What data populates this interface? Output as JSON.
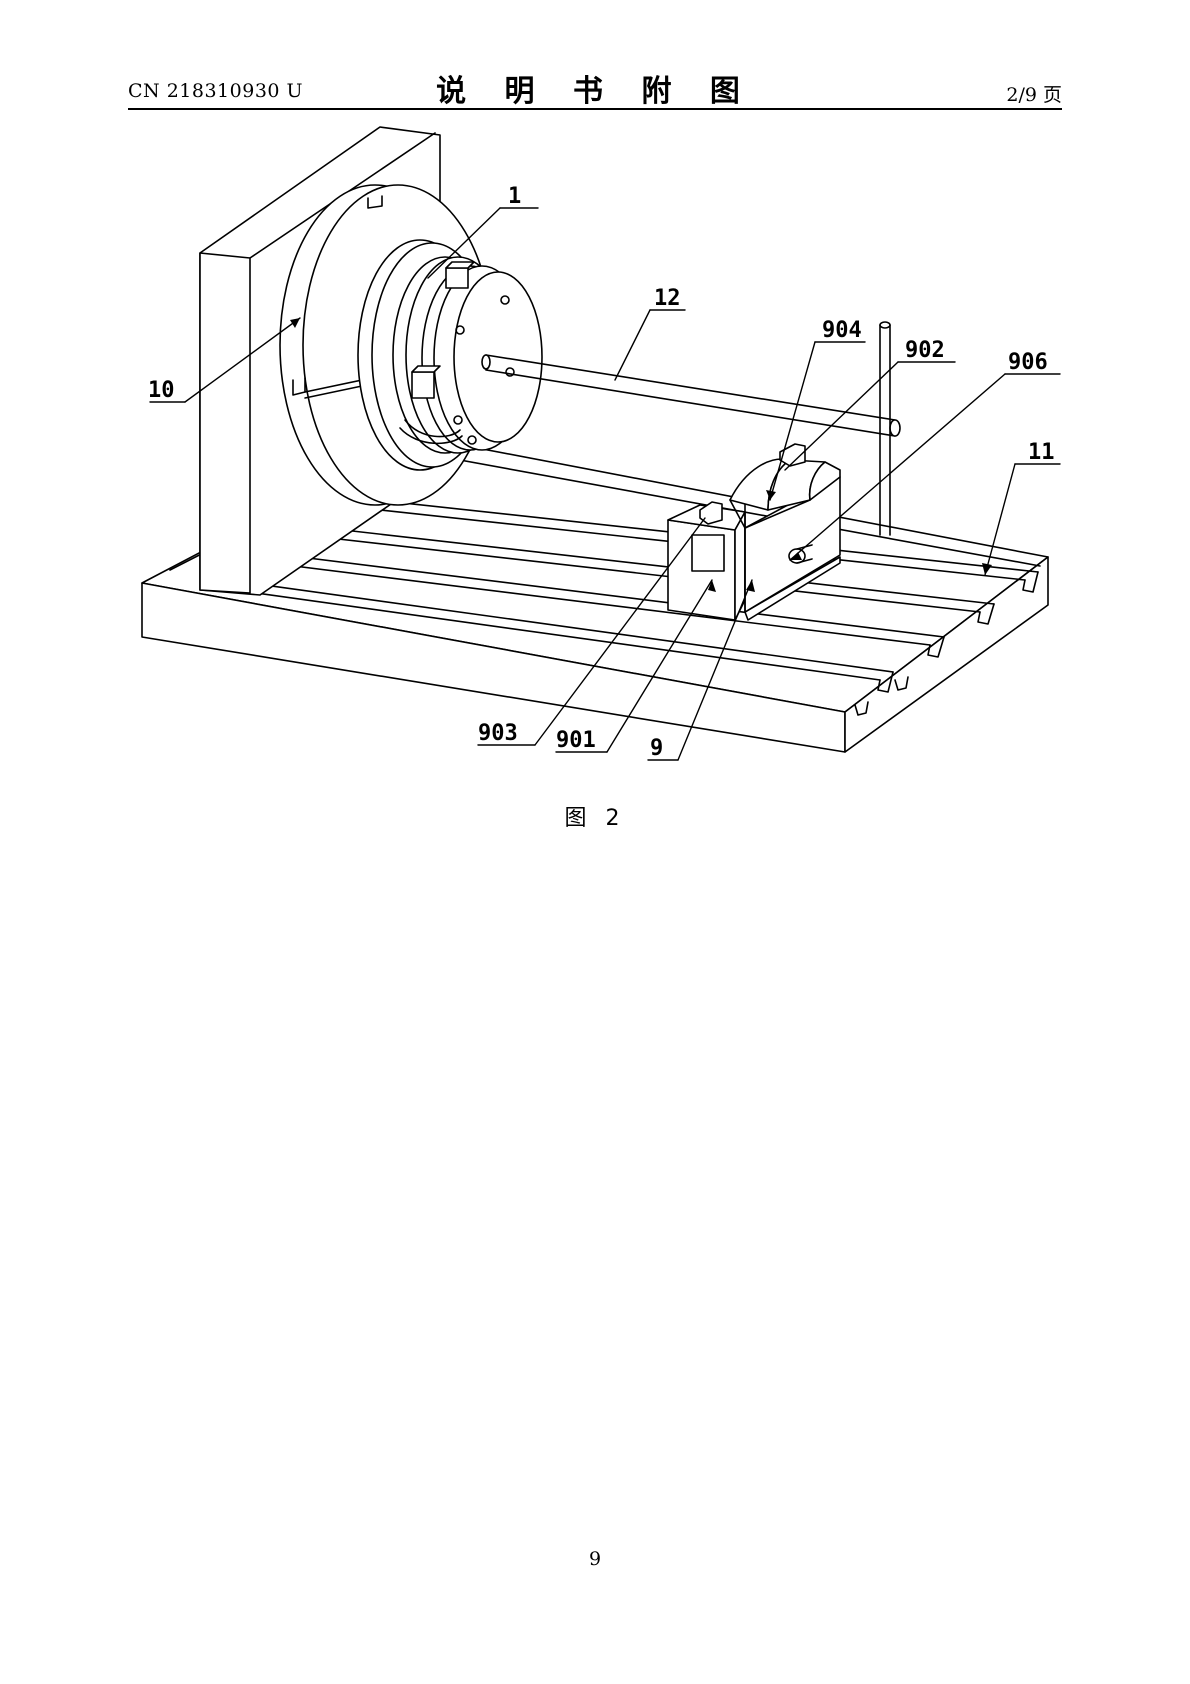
{
  "header": {
    "publication_number": "CN 218310930 U",
    "title": "说 明 书 附 图",
    "page_ref": "2/9 页"
  },
  "figure": {
    "caption": "图 2",
    "labels": {
      "l1": "1",
      "l10": "10",
      "l12": "12",
      "l904": "904",
      "l902": "902",
      "l906": "906",
      "l11": "11",
      "l903": "903",
      "l901": "901",
      "l9": "9"
    }
  },
  "footer": {
    "page_number": "9"
  }
}
